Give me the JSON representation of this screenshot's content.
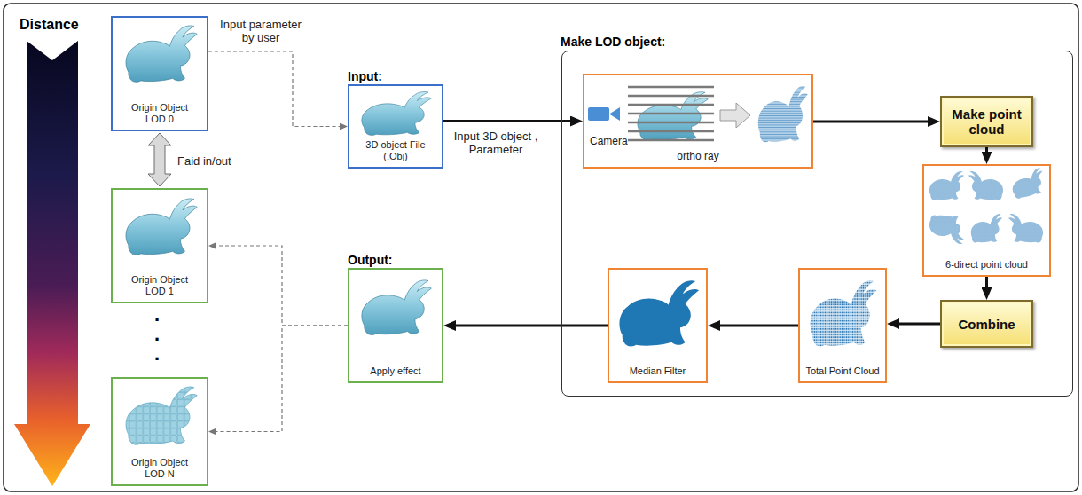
{
  "diagram": {
    "nodes": [
      {
        "text": [
          "Origin Object LOD 0"
        ]
      },
      {
        "text": [
          "Origin Object LOD 1"
        ]
      },
      {
        "text": [
          "Origin Object LOD N"
        ]
      },
      {
        "text": [
          "Input:",
          "3D object File (.Obj)"
        ]
      },
      {
        "text": [
          "Output:",
          "Apply effect"
        ]
      },
      {
        "text": [
          "Make LOD object:"
        ]
      },
      {
        "text": [
          "Camera",
          "ortho ray"
        ],
        "in": 5
      },
      {
        "text": [
          "Make point cloud"
        ],
        "in": 5
      },
      {
        "text": [
          "6-direct point cloud"
        ],
        "in": 5
      },
      {
        "text": [
          "Combine"
        ],
        "in": 5
      },
      {
        "text": [
          "Total Point Cloud"
        ],
        "in": 5
      },
      {
        "text": [
          "Median Filter"
        ],
        "in": 5
      }
    ],
    "edges": [
      {
        "from": 0,
        "to": 3,
        "label": "Input parameter by user",
        "arrow": "to"
      },
      {
        "from": 0,
        "to": 1,
        "label": "Faid in/out",
        "arrow": "both"
      },
      {
        "from": 3,
        "to": 6,
        "label": "Input 3D object , Parameter",
        "arrow": "to"
      },
      {
        "from": 6,
        "to": 7,
        "arrow": "to"
      },
      {
        "from": 7,
        "to": 8,
        "arrow": "to"
      },
      {
        "from": 8,
        "to": 9,
        "arrow": "to"
      },
      {
        "from": 9,
        "to": 10,
        "arrow": "to"
      },
      {
        "from": 10,
        "to": 11,
        "arrow": "to"
      },
      {
        "from": 11,
        "to": 4,
        "arrow": "to"
      },
      {
        "from": 4,
        "to": 1,
        "arrow": "to"
      },
      {
        "from": 4,
        "to": 2,
        "arrow": "to"
      }
    ],
    "labels": [
      "Distance",
      ".",
      ".",
      "."
    ]
  }
}
